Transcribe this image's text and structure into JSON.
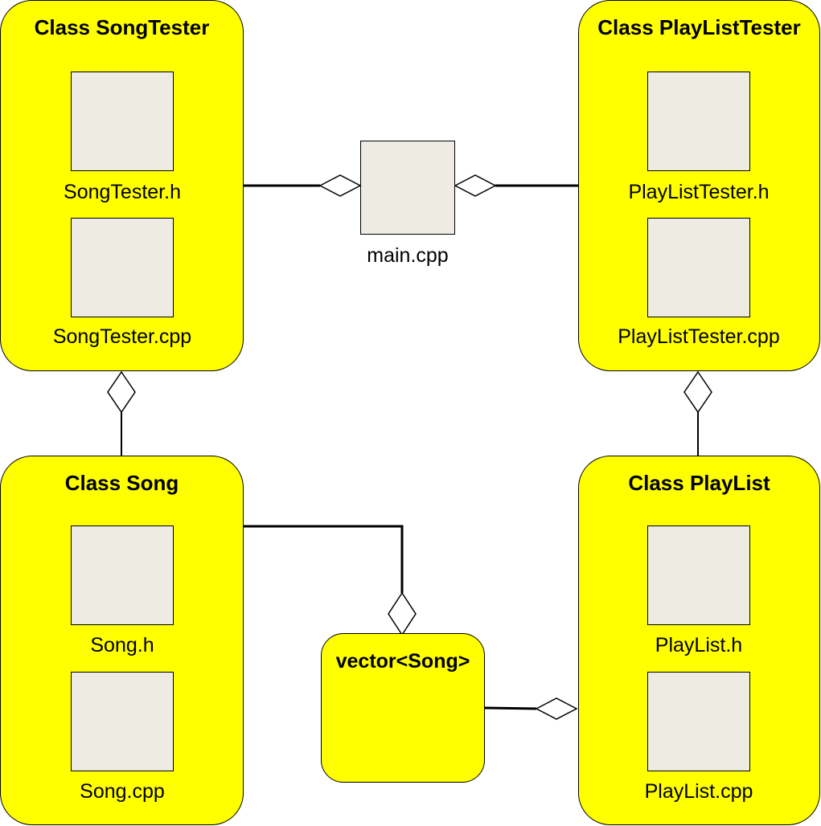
{
  "classes": {
    "song_tester": {
      "title": "Class SongTester",
      "header_file": "SongTester.h",
      "source_file": "SongTester.cpp"
    },
    "playlist_tester": {
      "title": "Class PlayListTester",
      "header_file": "PlayListTester.h",
      "source_file": "PlayListTester.cpp"
    },
    "song": {
      "title": "Class Song",
      "header_file": "Song.h",
      "source_file": "Song.cpp"
    },
    "playlist": {
      "title": "Class PlayList",
      "header_file": "PlayList.h",
      "source_file": "PlayList.cpp"
    }
  },
  "main": {
    "label": "main.cpp"
  },
  "vector": {
    "label": "vector<Song>"
  },
  "colors": {
    "class_fill": "#ffff00",
    "file_fill": "#eeebe2",
    "line": "#000000"
  }
}
